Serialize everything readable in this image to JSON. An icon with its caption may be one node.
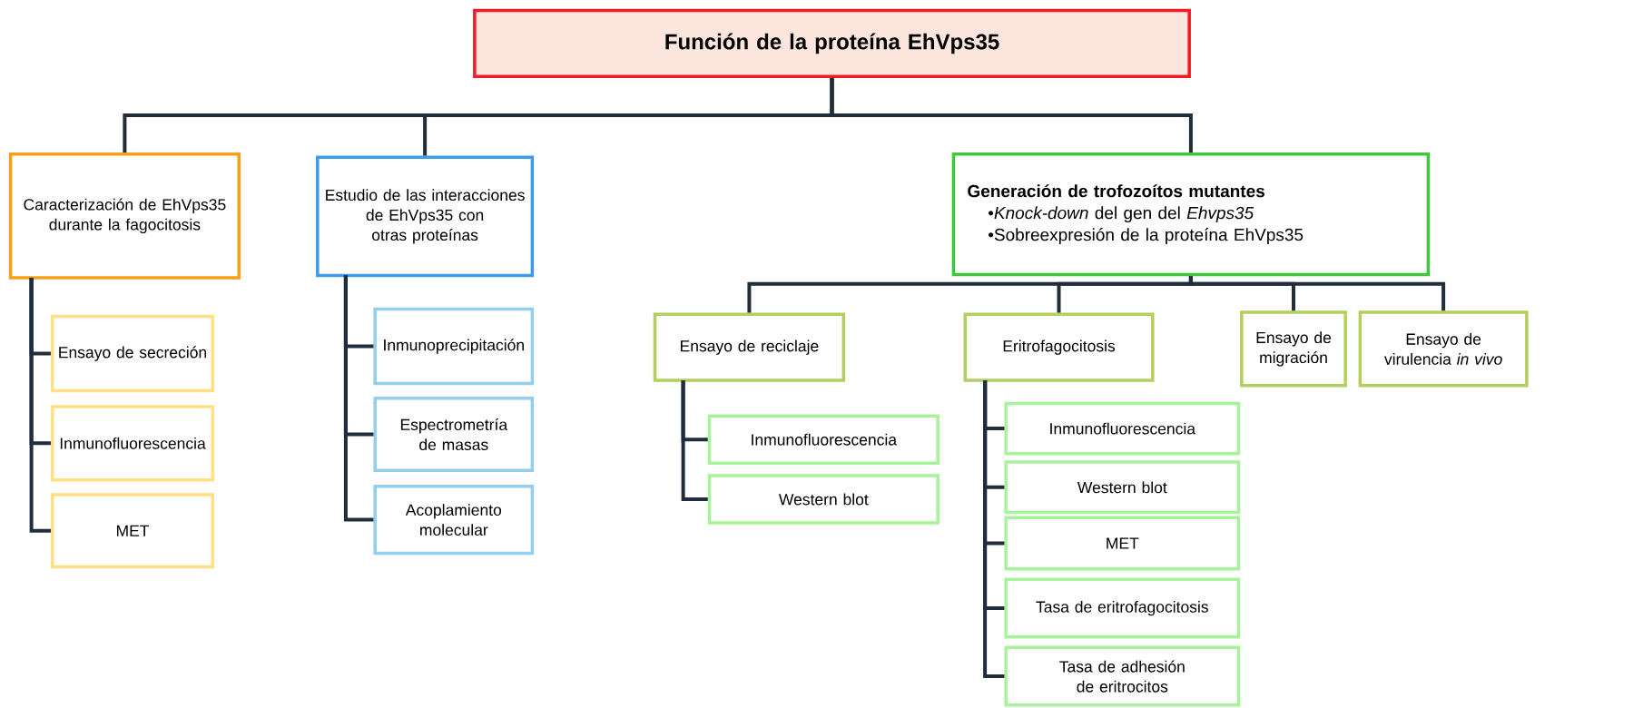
{
  "diagram": {
    "nodes": [
      {
        "text": [
          "Función de la proteína EhVps35"
        ]
      },
      {
        "text": [
          "Caracterización de EhVps35 durante la fagocitosis"
        ]
      },
      {
        "text": [
          "Estudio de las interacciones de EhVps35 con otras proteínas"
        ]
      },
      {
        "text": [
          "Generación de trofozoítos mutantes",
          "•*Knock-down* del gen del *Ehvps35*",
          "•Sobreexpresión de la proteína EhVps35"
        ]
      },
      {
        "text": [
          "Ensayo de secreción"
        ]
      },
      {
        "text": [
          "Inmunofluorescencia"
        ]
      },
      {
        "text": [
          "MET"
        ]
      },
      {
        "text": [
          "Inmunoprecipitación"
        ]
      },
      {
        "text": [
          "Espectrometría de masas"
        ]
      },
      {
        "text": [
          "Acoplamiento molecular"
        ]
      },
      {
        "text": [
          "Ensayo de reciclaje"
        ]
      },
      {
        "text": [
          "Eritrofagocitosis"
        ]
      },
      {
        "text": [
          "Ensayo de migración"
        ]
      },
      {
        "text": [
          "Ensayo de virulencia *in vivo*"
        ]
      },
      {
        "text": [
          "Inmunofluorescencia"
        ]
      },
      {
        "text": [
          "Western blot"
        ]
      },
      {
        "text": [
          "Inmunofluorescencia"
        ]
      },
      {
        "text": [
          "Western blot"
        ]
      },
      {
        "text": [
          "MET"
        ]
      },
      {
        "text": [
          "Tasa de eritrofagocitosis"
        ]
      },
      {
        "text": [
          "Tasa de adhesión de eritrocitos"
        ]
      }
    ],
    "edges": [
      {
        "from": 0,
        "to": 1,
        "arrow": "none"
      },
      {
        "from": 0,
        "to": 2,
        "arrow": "none"
      },
      {
        "from": 0,
        "to": 3,
        "arrow": "none"
      },
      {
        "from": 1,
        "to": 4,
        "arrow": "none"
      },
      {
        "from": 1,
        "to": 5,
        "arrow": "none"
      },
      {
        "from": 1,
        "to": 6,
        "arrow": "none"
      },
      {
        "from": 2,
        "to": 7,
        "arrow": "none"
      },
      {
        "from": 2,
        "to": 8,
        "arrow": "none"
      },
      {
        "from": 2,
        "to": 9,
        "arrow": "none"
      },
      {
        "from": 3,
        "to": 10,
        "arrow": "none"
      },
      {
        "from": 3,
        "to": 11,
        "arrow": "none"
      },
      {
        "from": 3,
        "to": 12,
        "arrow": "none"
      },
      {
        "from": 3,
        "to": 13,
        "arrow": "none"
      },
      {
        "from": 10,
        "to": 14,
        "arrow": "none"
      },
      {
        "from": 10,
        "to": 15,
        "arrow": "none"
      },
      {
        "from": 11,
        "to": 16,
        "arrow": "none"
      },
      {
        "from": 11,
        "to": 17,
        "arrow": "none"
      },
      {
        "from": 11,
        "to": 18,
        "arrow": "none"
      },
      {
        "from": 11,
        "to": 19,
        "arrow": "none"
      },
      {
        "from": 11,
        "to": 20,
        "arrow": "none"
      }
    ]
  }
}
